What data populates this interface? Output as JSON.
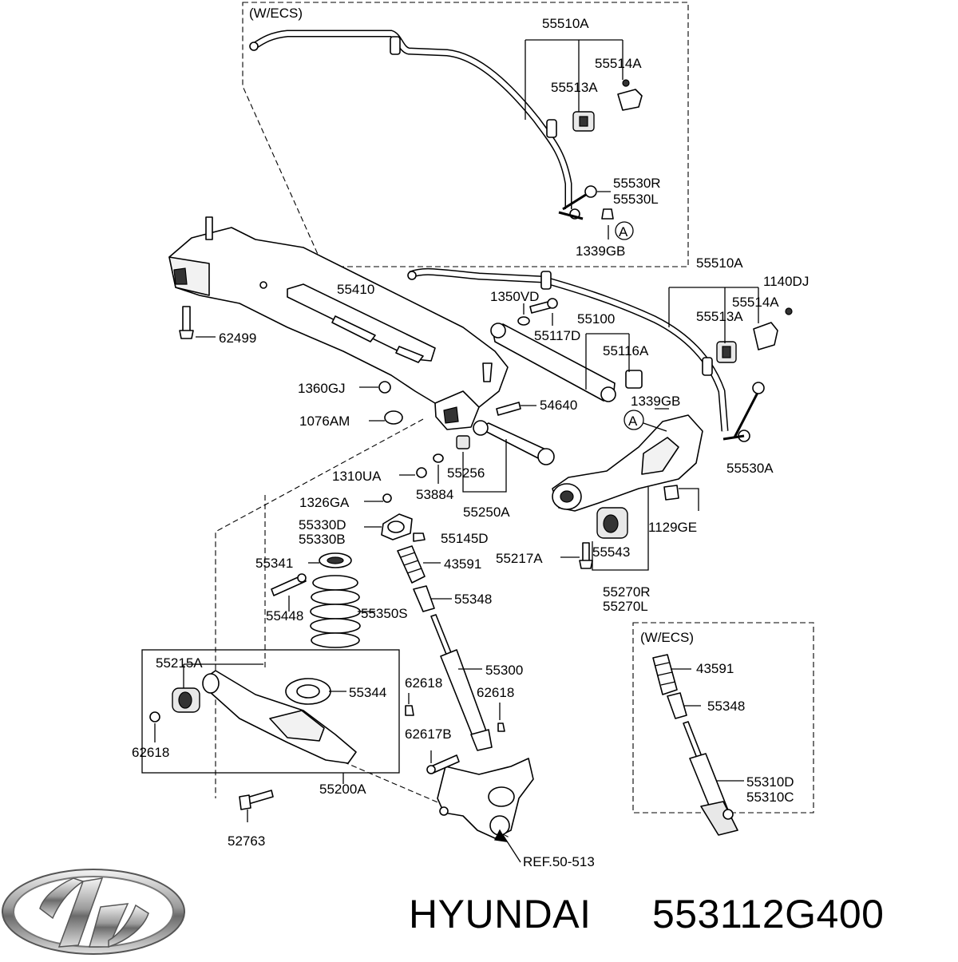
{
  "diagram": {
    "inset_top_title": "(W/ECS)",
    "inset_bottom_title": "(W/ECS)",
    "callout_a": "A",
    "labels": {
      "p55510A_top": "55510A",
      "p55514A_top": "55514A",
      "p55513A_top": "55513A",
      "p55530R": "55530R",
      "p55530L": "55530L",
      "p1339GB_top": "1339GB",
      "p55510A_mid": "55510A",
      "p1140DJ": "1140DJ",
      "p55514A_mid": "55514A",
      "p55513A_mid": "55513A",
      "p55410": "55410",
      "p1350VD": "1350VD",
      "p55117D": "55117D",
      "p55100": "55100",
      "p55116A": "55116A",
      "p62499": "62499",
      "p1360GJ": "1360GJ",
      "p1076AM": "1076AM",
      "p54640": "54640",
      "p1339GB_mid": "1339GB",
      "p1310UA": "1310UA",
      "p55256": "55256",
      "p53884": "53884",
      "p55250A": "55250A",
      "p55530A": "55530A",
      "p1326GA": "1326GA",
      "p55330D": "55330D",
      "p55330B": "55330B",
      "p55145D": "55145D",
      "p1129GE": "1129GE",
      "p55341": "55341",
      "p43591": "43591",
      "p55217A": "55217A",
      "p55543": "55543",
      "p55448": "55448",
      "p55350S": "55350S",
      "p55348": "55348",
      "p55270R": "55270R",
      "p55270L": "55270L",
      "p55215A": "55215A",
      "p55344": "55344",
      "p62618_a": "62618",
      "p55300": "55300",
      "p62618_b": "62618",
      "p62618_c": "62618",
      "p62617B": "62617B",
      "p55200A": "55200A",
      "p52763": "52763",
      "pREF": "REF.50-513",
      "p43591_inset": "43591",
      "p55348_inset": "55348",
      "p55310D": "55310D",
      "p55310C": "55310C"
    }
  },
  "footer": {
    "brand": "HYUNDAI",
    "part_number": "553112G400",
    "logo_icon": "hyundai-logo-icon"
  }
}
